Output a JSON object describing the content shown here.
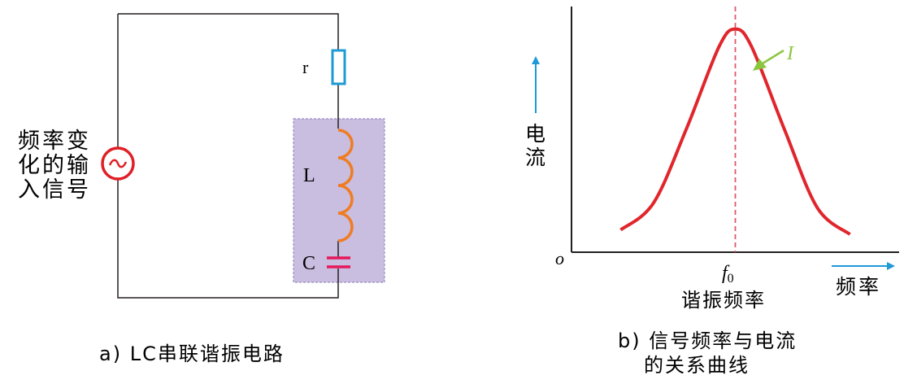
{
  "colors": {
    "wire": "#231f20",
    "resistor": "#1e9ad6",
    "inductor": "#f07c22",
    "capacitor": "#e6195a",
    "source": "#e01f26",
    "lc_box_fill": "#c9bde0",
    "lc_box_border": "#9c8fc6",
    "curve": "#e0262c",
    "marker_line": "#e0586a",
    "pointer": "#8cc63f",
    "axis_arrow": "#1e9ad6"
  },
  "circuit": {
    "source_label_lines": [
      "频率变",
      "化的输",
      "入信号"
    ],
    "source_symbol": "~",
    "resistor_label": "r",
    "inductor_label": "L",
    "capacitor_label": "C",
    "caption": "a) LC串联谐振电路"
  },
  "chart_data": {
    "type": "line",
    "title": "b) 信号频率与电流的关系曲线",
    "caption_lines": [
      "b) 信号频率与电流",
      "的关系曲线"
    ],
    "xlabel": "频率",
    "ylabel": "电流",
    "origin_label": "o",
    "resonance_tick_label": "f",
    "resonance_tick_subscript": "0",
    "resonance_label": "谐振频率",
    "curve_label": "I",
    "series": [
      {
        "name": "I",
        "x": [
          0.15,
          0.25,
          0.35,
          0.45,
          0.5,
          0.55,
          0.65,
          0.75,
          0.85
        ],
        "y": [
          0.1,
          0.22,
          0.55,
          0.92,
          1.0,
          0.92,
          0.55,
          0.2,
          0.08
        ]
      }
    ],
    "resonance_x": 0.5,
    "xlim": [
      0,
      1
    ],
    "ylim": [
      0,
      1.05
    ],
    "grid": false,
    "legend": "none"
  }
}
